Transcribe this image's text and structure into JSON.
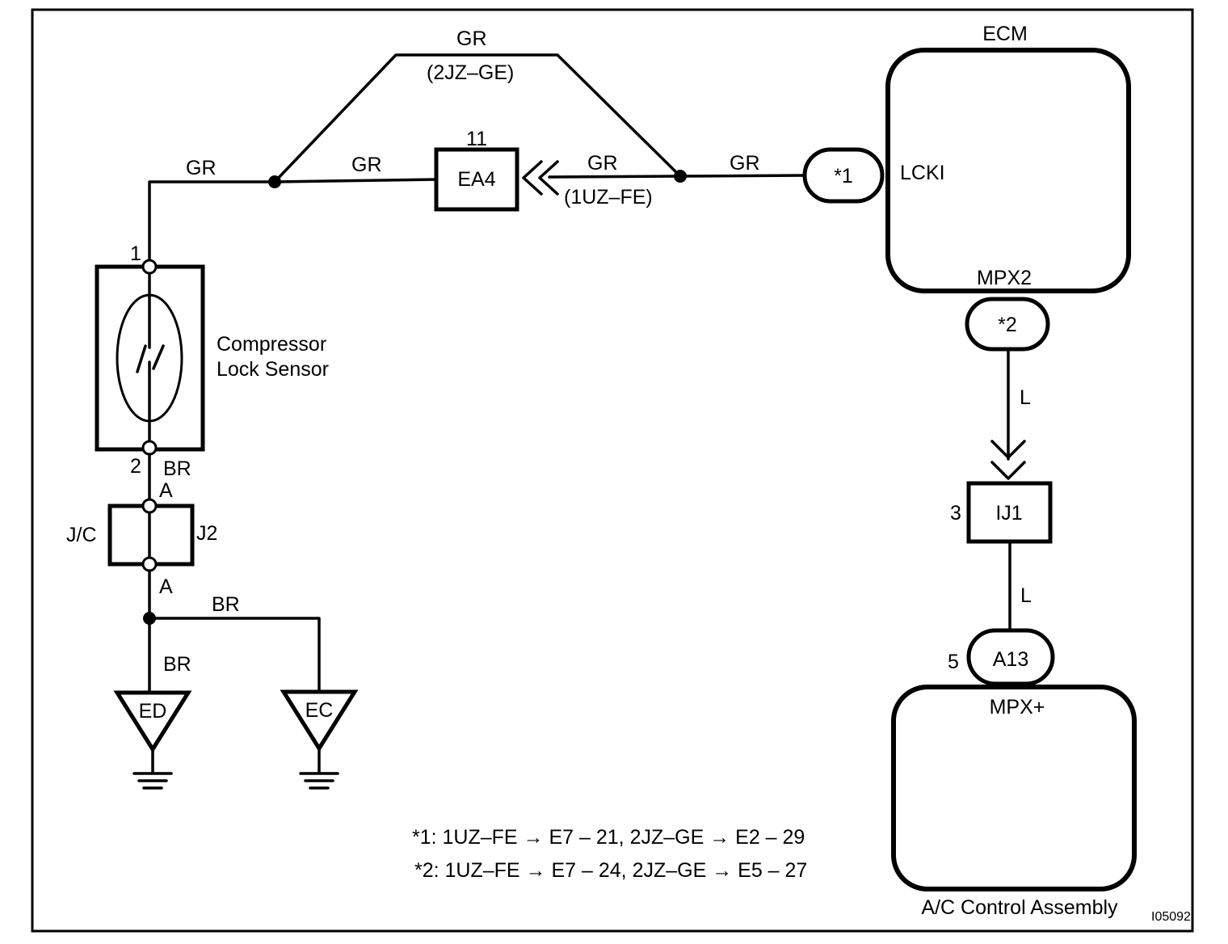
{
  "diagram": {
    "id_code": "I05092",
    "footnotes": [
      "*1: 1UZ–FE → E7 – 21, 2JZ–GE → E2 – 29",
      "*2: 1UZ–FE → E7 – 24, 2JZ–GE → E5 – 27"
    ]
  },
  "wires": {
    "gr": "GR",
    "br": "BR",
    "l": "L",
    "variant_2jz": "(2JZ–GE)",
    "variant_1uz": "(1UZ–FE)"
  },
  "connectors": {
    "ea4": {
      "name": "EA4",
      "pin": "11"
    },
    "ij1": {
      "name": "IJ1",
      "pin": "3"
    },
    "a13": {
      "name": "A13",
      "pin": "5"
    },
    "star1": "*1",
    "star2": "*2"
  },
  "ecm": {
    "title": "ECM",
    "lcki": "LCKI",
    "mpx2": "MPX2"
  },
  "ac_control": {
    "title": "A/C Control Assembly",
    "mpx_plus": "MPX+"
  },
  "sensor": {
    "line1": "Compressor",
    "line2": "Lock Sensor",
    "pin1": "1",
    "pin2": "2"
  },
  "junction": {
    "jc": "J/C",
    "j2": "J2",
    "a_top": "A",
    "a_bottom": "A"
  },
  "grounds": {
    "ed": "ED",
    "ec": "EC"
  }
}
